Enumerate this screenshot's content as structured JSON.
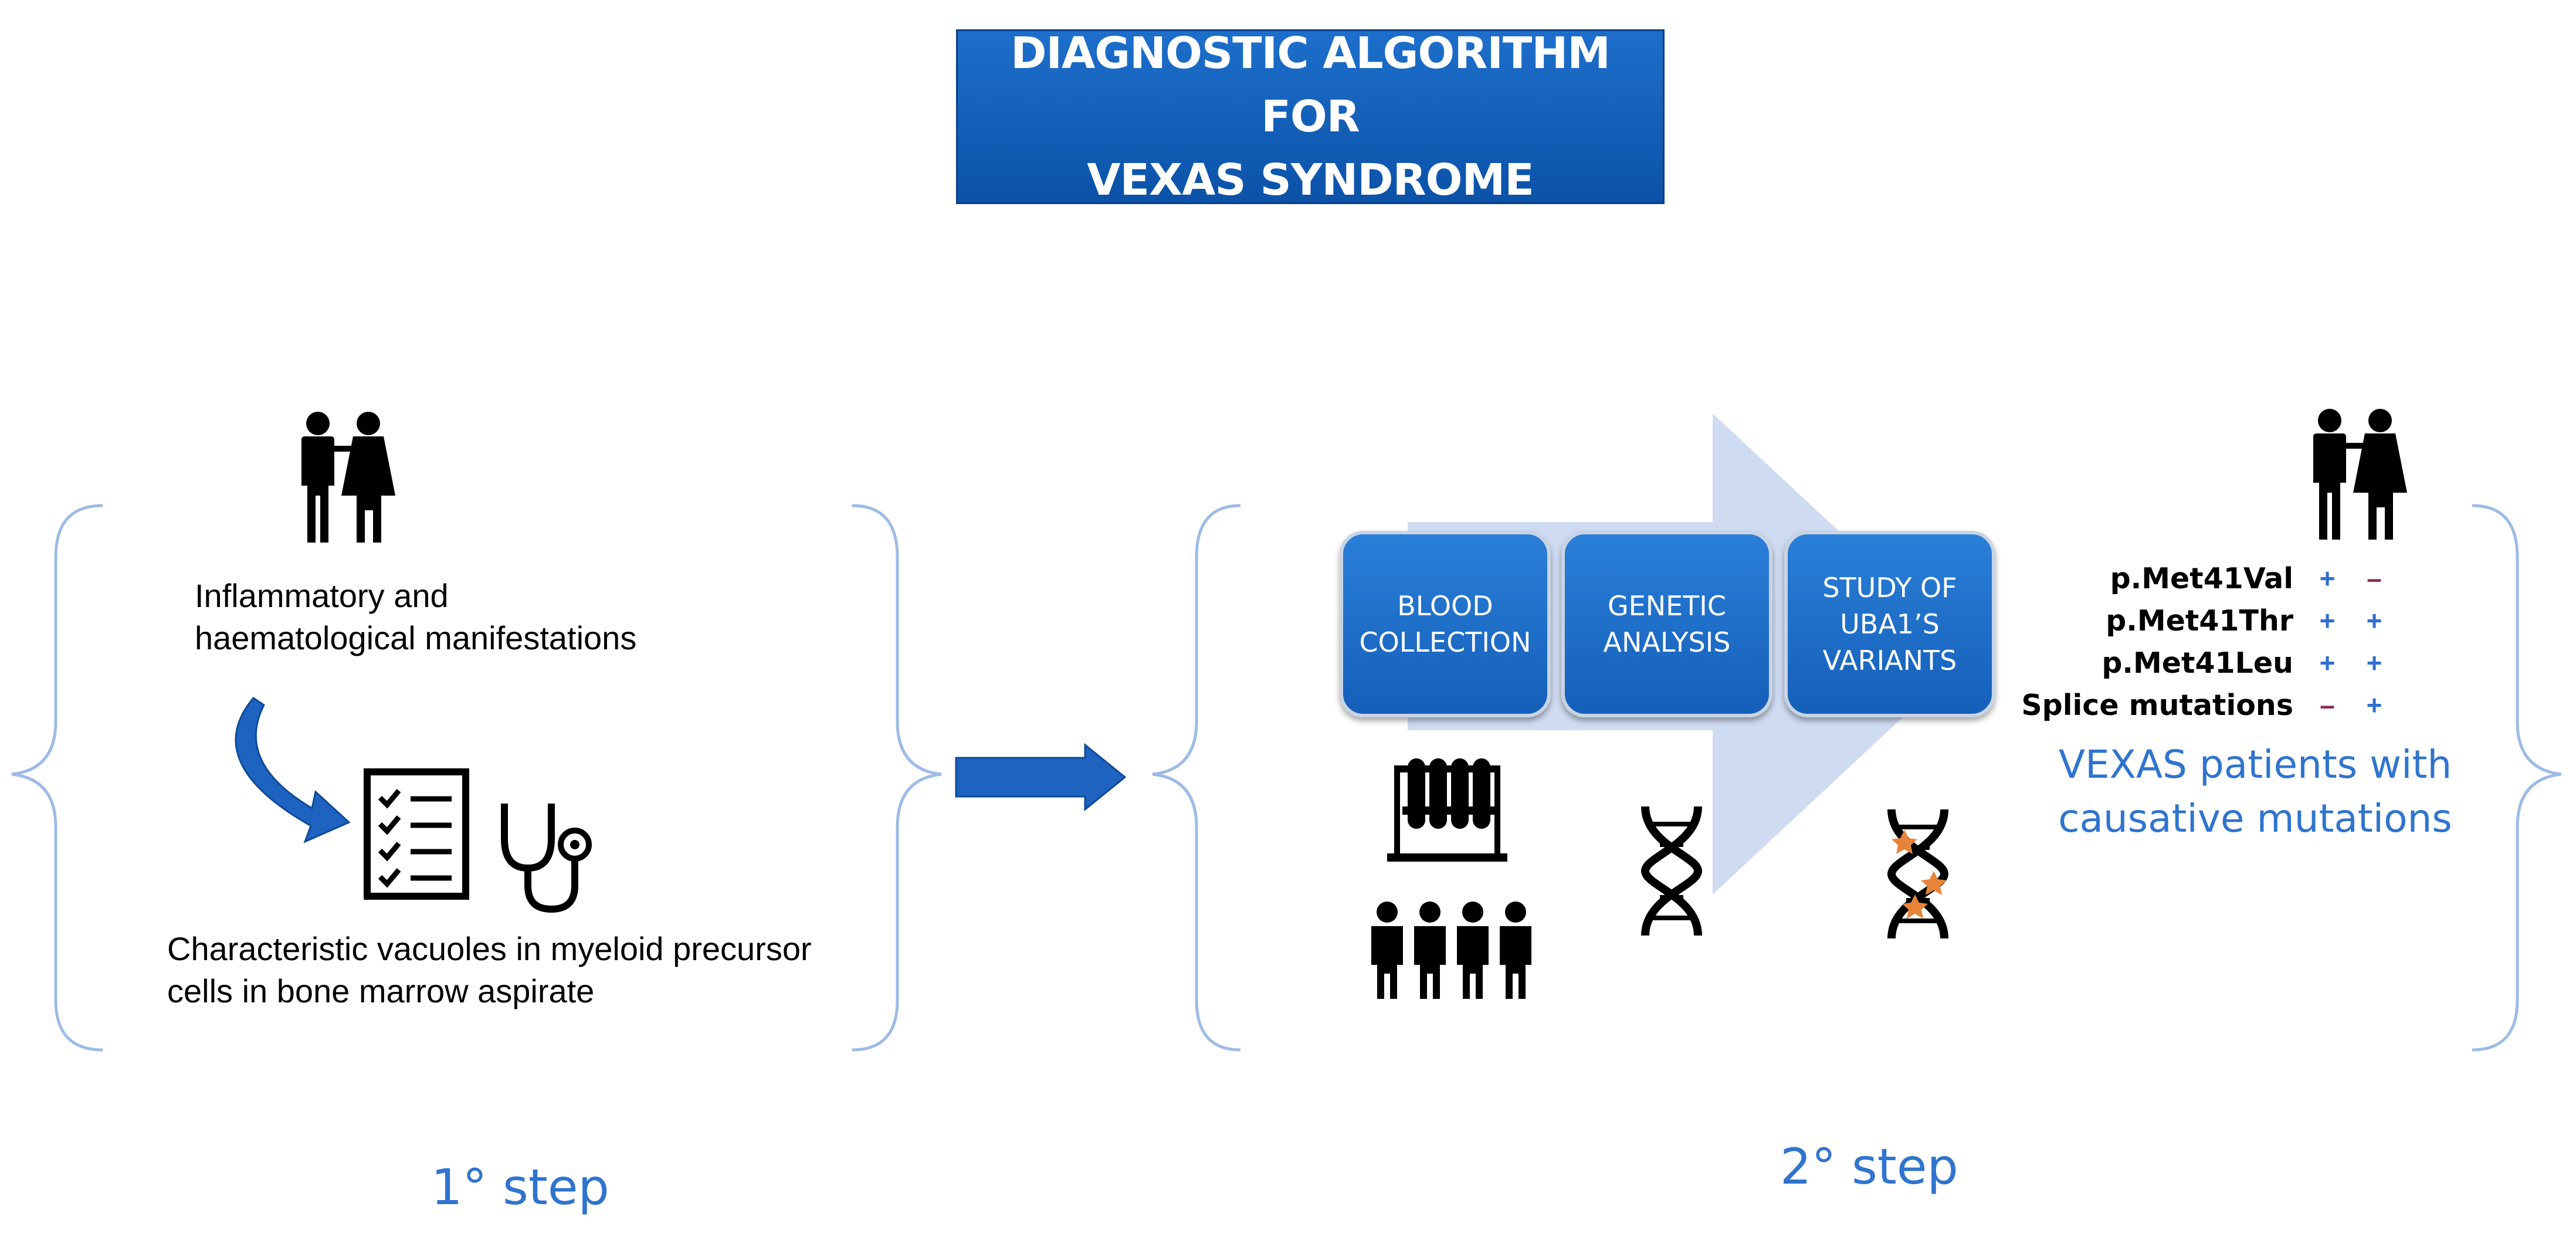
{
  "title": {
    "line1": "DIAGNOSTIC ALGORITHM FOR",
    "line2": "VEXAS SYNDROME"
  },
  "step1": {
    "manifestations_line1": "Inflammatory and",
    "manifestations_line2": "haematological manifestations",
    "vacuoles_line1": "Characteristic vacuoles in myeloid precursor",
    "vacuoles_line2": "cells in bone marrow aspirate",
    "label": "1° step"
  },
  "step2": {
    "process": [
      {
        "line1": "BLOOD",
        "line2": "COLLECTION",
        "line3": ""
      },
      {
        "line1": "GENETIC",
        "line2": "ANALYSIS",
        "line3": ""
      },
      {
        "line1": "STUDY OF",
        "line2": "UBA1’S",
        "line3": "VARIANTS"
      }
    ],
    "mutations": [
      {
        "name": "p.Met41Val",
        "a": "+",
        "b": "–"
      },
      {
        "name": "p.Met41Thr",
        "a": "+",
        "b": "+"
      },
      {
        "name": "p.Met41Leu",
        "a": "+",
        "b": "+"
      },
      {
        "name": "Splice mutations",
        "a": "–",
        "b": "+"
      }
    ],
    "result_line1": "VEXAS patients with",
    "result_line2": "causative mutations",
    "label": "2° step"
  },
  "colors": {
    "accent_blue": "#2f74cf",
    "box_blue": "#1760bb",
    "plus": "#2f6fd0",
    "minus": "#8b2b5a",
    "brace": "#9dbbe6",
    "star": "#e8843a"
  },
  "icons": [
    "couple-icon",
    "curved-arrow-icon",
    "checklist-icon",
    "stethoscope-icon",
    "right-arrow-icon",
    "test-tubes-icon",
    "people-group-icon",
    "dna-icon",
    "dna-mutation-icon",
    "couple-icon"
  ]
}
